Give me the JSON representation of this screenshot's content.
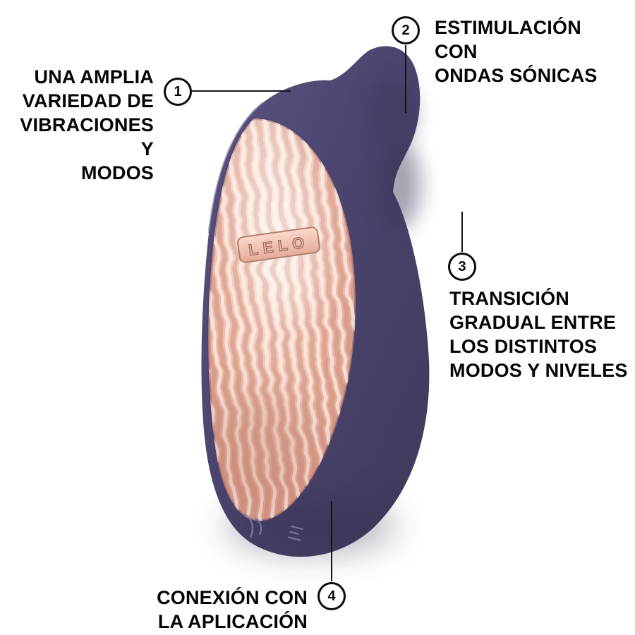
{
  "device": {
    "brand": "LELO",
    "body_color": "#4c4670",
    "face_color": "#eab7a6"
  },
  "callouts": [
    {
      "number": "1",
      "lines": [
        "UNA AMPLIA",
        "VARIEDAD DE",
        "VIBRACIONES Y",
        "MODOS"
      ]
    },
    {
      "number": "2",
      "lines": [
        "ESTIMULACIÓN CON",
        "ONDAS SÓNICAS"
      ]
    },
    {
      "number": "3",
      "lines": [
        "TRANSICIÓN",
        "GRADUAL ENTRE",
        "LOS DISTINTOS",
        "MODOS Y NIVELES"
      ]
    },
    {
      "number": "4",
      "lines": [
        "CONEXIÓN CON",
        "LA APLICACIÓN"
      ]
    }
  ]
}
